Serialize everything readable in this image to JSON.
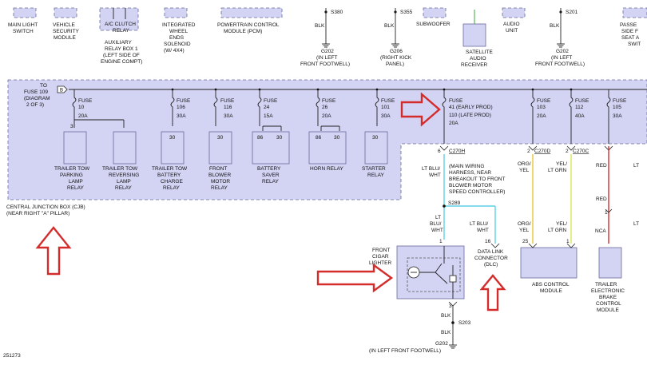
{
  "top_components": [
    {
      "lines": [
        "MAIN LIGHT",
        "SWITCH"
      ]
    },
    {
      "lines": [
        "VEHICLE",
        "SECURITY",
        "MODULE"
      ]
    },
    {
      "lines": [
        "A/C CLUTCH",
        "RELAY",
        "AUXILIARY",
        "RELAY BOX 1",
        "(LEFT SIDE OF",
        "ENGINE COMPT)"
      ]
    },
    {
      "lines": [
        "INTEGRATED",
        "WHEEL",
        "ENDS",
        "SOLENOID",
        "(W/ 4X4)"
      ]
    },
    {
      "lines": [
        "POWERTRAIN CONTROL",
        "MODULE (PCM)"
      ]
    },
    {
      "lines": [
        "S380",
        "BLK",
        "G202",
        "(IN LEFT",
        "FRONT FOOTWELL)"
      ]
    },
    {
      "lines": [
        "S355",
        "BLK",
        "G206",
        "(RIGHT KICK",
        "PANEL)"
      ]
    },
    {
      "lines": [
        "SUBWOOFER"
      ]
    },
    {
      "lines": [
        "SATELLITE",
        "AUDIO",
        "RECEIVER"
      ]
    },
    {
      "lines": [
        "AUDIO",
        "UNIT"
      ]
    },
    {
      "lines": [
        "S201",
        "BLK",
        "G202",
        "(IN LEFT",
        "FRONT FOOTWELL)"
      ]
    },
    {
      "lines": [
        "PASSE",
        "SIDE F",
        "SEAT A",
        "SWIT"
      ]
    }
  ],
  "cjb": {
    "to_fuse": [
      "TO",
      "FUSE 109",
      "(DIAGRAM",
      "2 OF 3)"
    ],
    "connector_b": "B",
    "label": [
      "CENTRAL JUNCTION BOX (CJB)",
      "(NEAR RIGHT \"A\" PILLAR)"
    ]
  },
  "fuses": [
    {
      "lines": [
        "FUSE",
        "10",
        "20A"
      ]
    },
    {
      "lines": [
        "FUSE",
        "106",
        "30A"
      ]
    },
    {
      "lines": [
        "FUSE",
        "116",
        "30A"
      ]
    },
    {
      "lines": [
        "FUSE",
        "24",
        "15A"
      ]
    },
    {
      "lines": [
        "FUSE",
        "26",
        "20A"
      ]
    },
    {
      "lines": [
        "FUSE",
        "101",
        "30A"
      ]
    },
    {
      "lines": [
        "FUSE",
        "41 (EARLY PROD)",
        "110 (LATE PROD)",
        "20A"
      ]
    },
    {
      "lines": [
        "FUSE",
        "103",
        "20A"
      ]
    },
    {
      "lines": [
        "FUSE",
        "112",
        "40A"
      ]
    },
    {
      "lines": [
        "FUSE",
        "105",
        "30A"
      ]
    }
  ],
  "relays": [
    {
      "pins": [
        "3",
        ""
      ],
      "lines": [
        "TRAILER TOW",
        "PARKING",
        "LAMP",
        "RELAY"
      ]
    },
    {
      "pins": [
        "",
        ""
      ],
      "lines": [
        "TRAILER TOW",
        "REVERSING",
        "LAMP",
        "RELAY"
      ]
    },
    {
      "pins": [
        "30"
      ],
      "lines": [
        "TRAILER TOW",
        "BATTERY",
        "CHARGE",
        "RELAY"
      ]
    },
    {
      "pins": [
        "30"
      ],
      "lines": [
        "FRONT",
        "BLOWER",
        "MOTOR",
        "RELAY"
      ]
    },
    {
      "pins": [
        "86",
        "30"
      ],
      "lines": [
        "BATTERY",
        "SAVER",
        "RELAY"
      ]
    },
    {
      "pins": [
        "86",
        "30"
      ],
      "lines": [
        "HORN RELAY"
      ]
    },
    {
      "pins": [
        "30"
      ],
      "lines": [
        "STARTER",
        "RELAY"
      ]
    }
  ],
  "wires": {
    "c270h": {
      "pin": "6",
      "connector": "C270H",
      "color": "LT BLU/\nWHT"
    },
    "harness_note": [
      "(MAIN WIRING",
      "HARNESS, NEAR",
      "BREAKOUT TO FRONT",
      "BLOWER MOTOR",
      "SPEED CONTROLLER)"
    ],
    "s289": "S289",
    "ltblu_left": [
      "LT",
      "BLU/",
      "WHT"
    ],
    "ltblu_right": [
      "LT BLU/",
      "WHT"
    ],
    "c270d": {
      "pin": "2",
      "connector": "C270D",
      "color": [
        "ORG/",
        "YEL"
      ]
    },
    "c270c": {
      "pin": "2",
      "connector": "C270C",
      "color": [
        "YEL/",
        "LT GRN"
      ]
    },
    "red1": "RED",
    "red2": "RED",
    "lt_right": [
      "LT",
      "LT"
    ],
    "org_lower": [
      "ORG/",
      "YEL"
    ],
    "yel_lower": [
      "YEL/",
      "LT GRN"
    ],
    "nca": "NCA"
  },
  "bottom_components": {
    "cigar": {
      "lines": [
        "FRONT",
        "CIGAR",
        "LIGHTER"
      ],
      "pin_top": "1",
      "pin_bottom": "3"
    },
    "dlc": {
      "pin": "16",
      "lines": [
        "DATA LINK",
        "CONNECTOR",
        "(DLC)"
      ]
    },
    "abs": {
      "pin_left": "25",
      "pin_right": "1",
      "lines": [
        "ABS CONTROL",
        "MODULE"
      ]
    },
    "trailer_brake": {
      "pin": "1",
      "lines": [
        "TRAILER",
        "ELECTRONIC",
        "BRAKE",
        "CONTROL",
        "MODULE"
      ]
    },
    "ground": {
      "blk1": "BLK",
      "splice": "S203",
      "blk2": "BLK",
      "g202": "G202",
      "location": "(IN LEFT FRONT FOOTWELL)"
    }
  },
  "diagram_id": "251273",
  "colors": {
    "component_fill": "#d3d3f3",
    "arrow_red": "#d42b2b",
    "wire_blue": "#5fd0e6",
    "wire_yellow": "#e8c836",
    "wire_yelgrn": "#d8e85a",
    "wire_red": "#d42b2b",
    "wire_green": "#3aa83a"
  }
}
